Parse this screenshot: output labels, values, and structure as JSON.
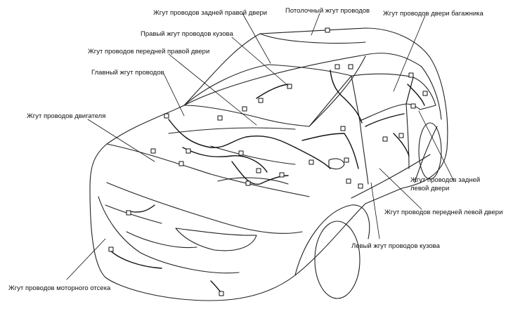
{
  "diagram": {
    "labels": {
      "rear_right_door": "Жгут проводов задней правой двери",
      "ceiling": "Потолочный жгут проводов",
      "trunk_door": "Жгут проводов двери багажника",
      "right_body": "Правый жгут проводов кузова",
      "front_right_door": "Жгут проводов передней правой двери",
      "main": "Главный жгут проводов",
      "engine": "Жгут проводов двигателя",
      "rear_left_door_1": "Жгут проводов задней",
      "rear_left_door_2": "левой двери",
      "front_left_door": "Жгут проводов передней левой двери",
      "left_body": "Левый жгут проводов кузова",
      "engine_bay": "Жгут проводов моторного отсека"
    }
  }
}
